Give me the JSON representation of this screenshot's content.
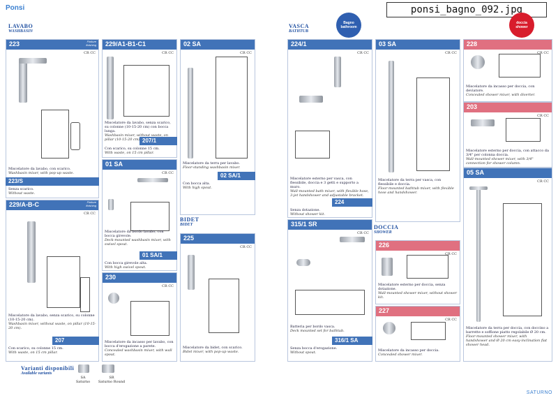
{
  "header": {
    "brand": "Ponsi",
    "filename": "ponsi_bagno_092.jpg",
    "footer": "SATURNO"
  },
  "sections": {
    "lavabo": {
      "title": "LAVABO",
      "subtitle": "WASHBASIN"
    },
    "bidet": {
      "title": "BIDET",
      "subtitle": "BIDET"
    },
    "vasca": {
      "title": "VASCA",
      "subtitle": "BATHTUB"
    },
    "doccia": {
      "title": "DOCCIA",
      "subtitle": "SHOWER"
    }
  },
  "badges": {
    "bagno": "Bagno",
    "bagno_en": "bathroom",
    "doccia": "doccia",
    "doccia_en": "shower"
  },
  "finish": {
    "it": "Finiture",
    "en": "finishing"
  },
  "codes": "CR CC",
  "products": [
    {
      "code": "223",
      "it": "Miscelatore da lavabo, con scarico.",
      "en": "Washbasin mixer, with pop-up waste."
    },
    {
      "code": "223/S",
      "it": "Senza scarico.",
      "en": "Without waste."
    },
    {
      "code": "229/A-B-C",
      "it": "Miscelatore da lavabo, senza scarico, su colonne (10-15-20 cm).",
      "en": "Washbasin mixer, without waste, on pillar (10-15-20 cm)."
    },
    {
      "code": "207",
      "it": "Con scarico, su colonne 15 cm.",
      "en": "With waste, on 15 cm pillar."
    },
    {
      "code": "229/A1-B1-C1",
      "it": "Miscelatore da lavabo, senza scarico, su colonne (10-15-20 cm) con bocca lunga.",
      "en": "Washbasin mixer, without waste, on pillar (10-15-20 cm) and long spout."
    },
    {
      "code": "207/1",
      "it": "Con scarico, su colonne 15 cm.",
      "en": "With waste, on 15 cm pillar."
    },
    {
      "code": "01 SA",
      "it": "Miscelatore da bordo lavabo, con bocca girevole.",
      "en": "Deck-mounted washbasin mixer, with swivel spout."
    },
    {
      "code": "01 SA/1",
      "it": "Con bocca girevole alta.",
      "en": "With high swivel spout."
    },
    {
      "code": "230",
      "it": "Miscelatore da incasso per lavabo, con bocca d'erogazione a parete.",
      "en": "Concealed washbasin mixer, with wall spout."
    },
    {
      "code": "02 SA",
      "it": "Miscelatore da terra per lavabo.",
      "en": "Floor-standing washbasin mixer."
    },
    {
      "code": "02 SA/1",
      "it": "Con bocca alta.",
      "en": "With high spout."
    },
    {
      "code": "225",
      "it": "Miscelatore da bidet, con scarico.",
      "en": "Bidet mixer, with pop-up waste."
    },
    {
      "code": "224/1",
      "it": "Miscelatore esterno per vasca, con flessibile, doccia e 3 getti e supporto a muro.",
      "en": "Wall-mounted bath mixer, with flexible hose, 3-jet handshower and adjustable bracket."
    },
    {
      "code": "224",
      "it": "Senza dotazione.",
      "en": "Without shower kit."
    },
    {
      "code": "315/1 SR",
      "it": "Batteria per bordo vasca.",
      "en": "Deck mounted set for bathtub."
    },
    {
      "code": "316/1 SA",
      "it": "Senza bocca d'erogazione.",
      "en": "Without spout."
    },
    {
      "code": "03 SA",
      "it": "Miscelatore da terra per vasca, con flessibile e doccia.",
      "en": "Floor-mounted bathtub mixer, with flexible hose and handshower."
    },
    {
      "code": "226",
      "it": "Miscelatore esterno per doccia, senza dotazione.",
      "en": "Wall-mounted shower mixer, without shower kit."
    },
    {
      "code": "227",
      "it": "Miscelatore da incasso per doccia.",
      "en": "Concealed shower mixer."
    },
    {
      "code": "228",
      "it": "Miscelatore da incasso per doccia, con deviatore.",
      "en": "Concealed shower mixer, with diverter."
    },
    {
      "code": "203",
      "it": "Miscelatore esterno per doccia, con attacco da 3/4\" per colonna doccia.",
      "en": "Wall-mounted shower mixer, with 3/4\" connection for shower column."
    },
    {
      "code": "05 SA",
      "it": "Miscelatore da terra per doccia, con doccino a barrette e soffione piatto regolabile Ø 20 cm.",
      "en": "Floor-mounted shower mixer, with handshower and Ø 20 cm easy-inclination flat shower head."
    }
  ],
  "variants": {
    "title": "Varianti disponibili",
    "subtitle": "Available variants",
    "items": [
      {
        "code": "SA",
        "name": "Saturno"
      },
      {
        "code": "SR",
        "name": "Saturno Round"
      }
    ]
  }
}
